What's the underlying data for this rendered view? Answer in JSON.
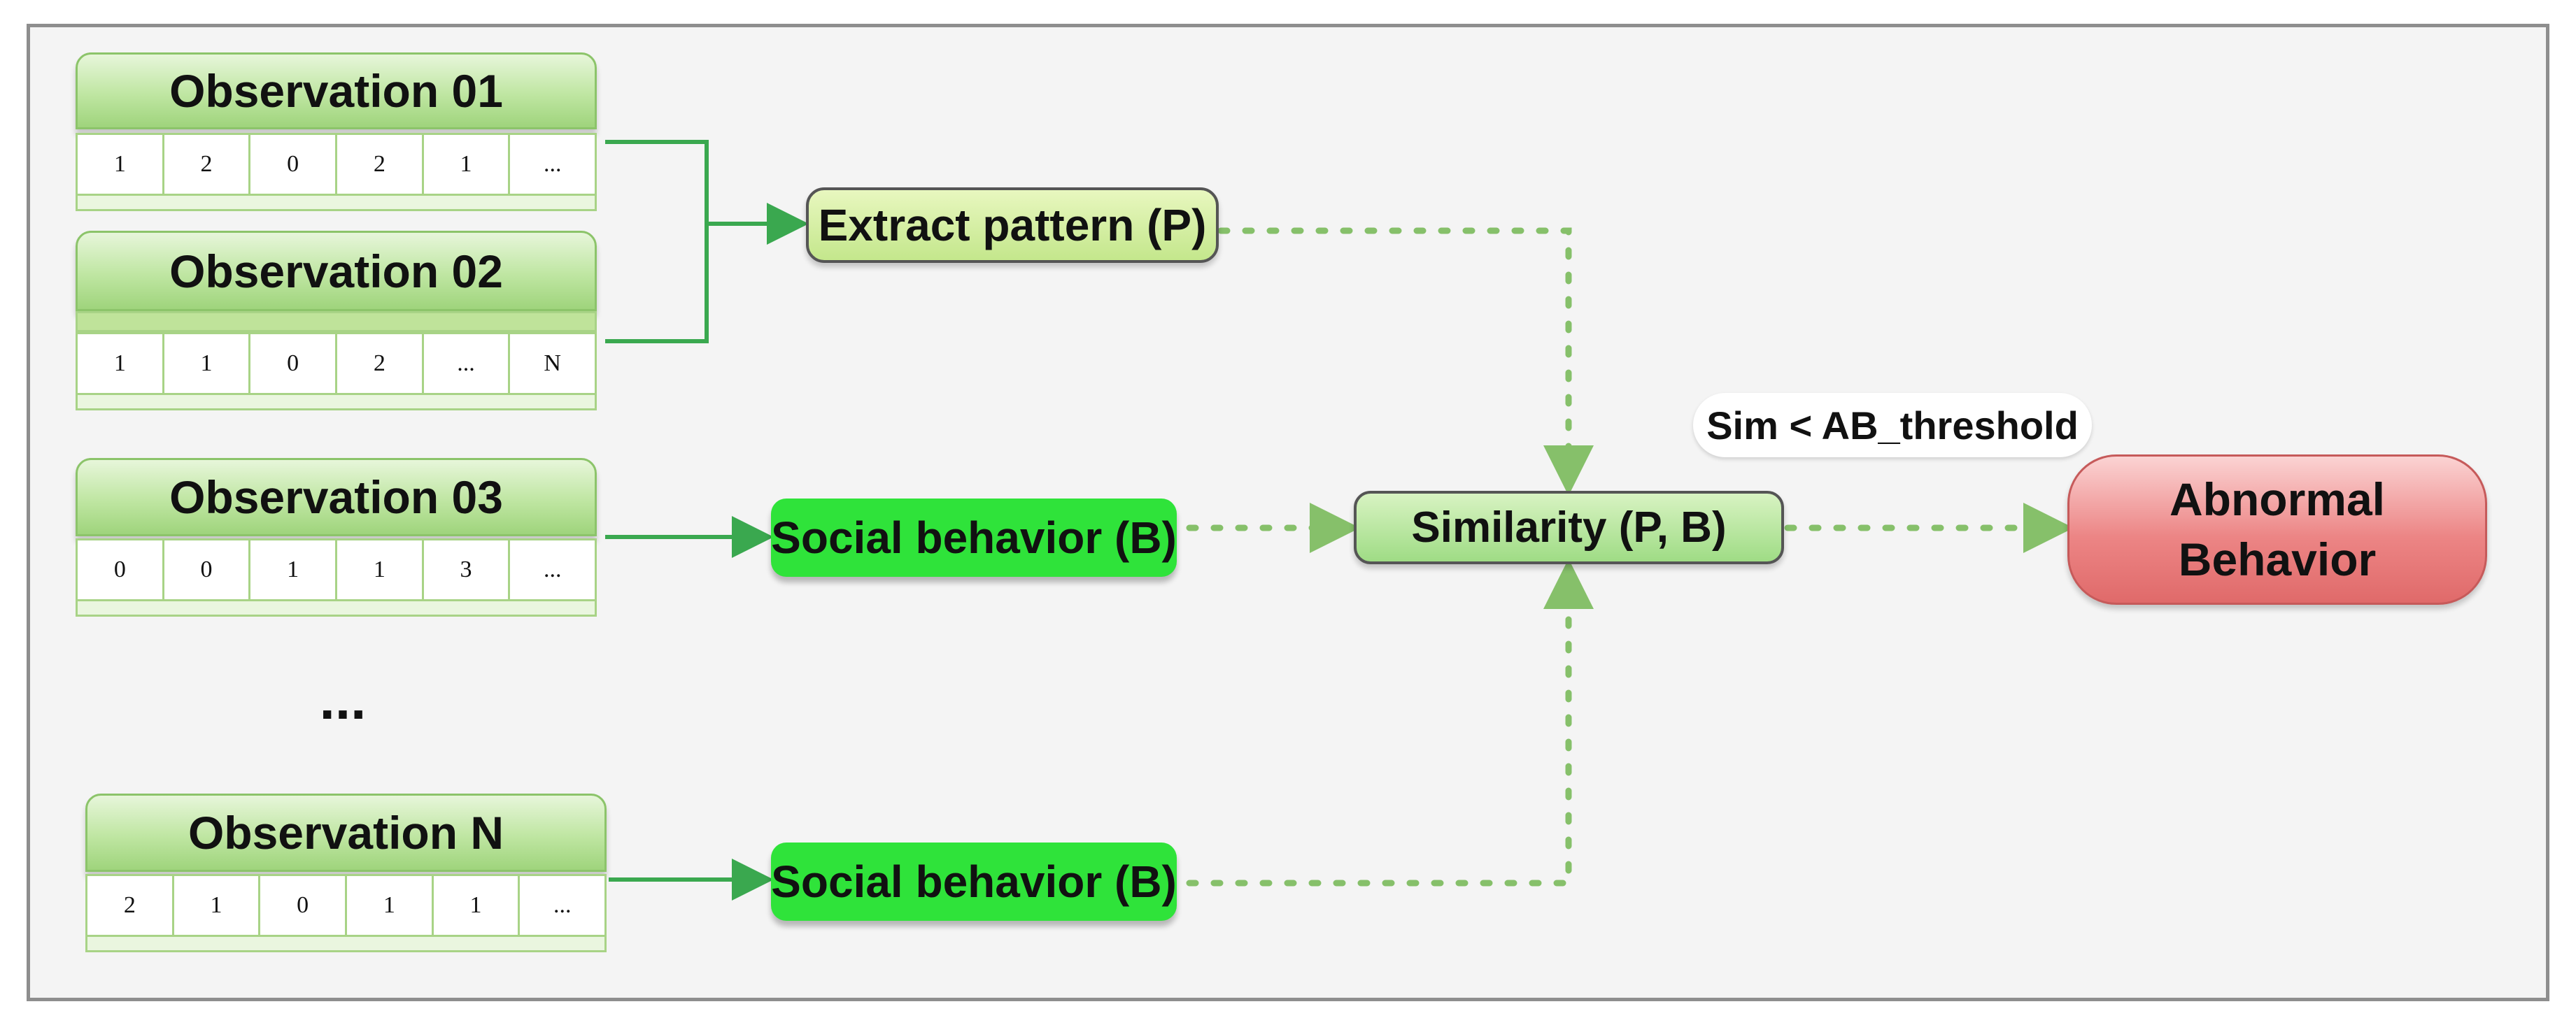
{
  "observations": [
    {
      "title": "Observation 01",
      "cells": [
        "1",
        "2",
        "0",
        "2",
        "1",
        "..."
      ]
    },
    {
      "title": "Observation 02",
      "cells": [
        "1",
        "1",
        "0",
        "2",
        "...",
        "N"
      ]
    },
    {
      "title": "Observation 03",
      "cells": [
        "0",
        "0",
        "1",
        "1",
        "3",
        "..."
      ]
    },
    {
      "title": "Observation N",
      "cells": [
        "2",
        "1",
        "0",
        "1",
        "1",
        "..."
      ]
    }
  ],
  "ellipsis": "...",
  "nodes": {
    "extract": "Extract pattern (P)",
    "social": "Social behavior (B)",
    "similarity": "Similarity (P, B)",
    "threshold": "Sim < AB_threshold",
    "abnormal_line1": "Abnormal",
    "abnormal_line2": "Behavior"
  },
  "colors": {
    "solid_connector": "#3aa84f",
    "dotted_connector": "#86c06a",
    "social_fill": "#2fe33a",
    "abnormal_fill": "#ec8585"
  }
}
